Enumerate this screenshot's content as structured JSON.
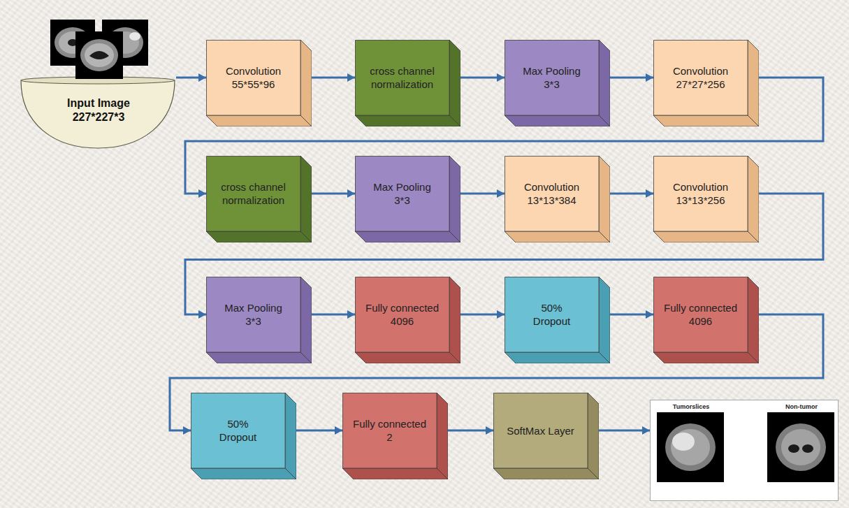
{
  "diagram": {
    "nodes": [
      {
        "text": [
          "Input Image 227*227*3"
        ]
      },
      {
        "text": [
          "Convolution 55*55*96"
        ]
      },
      {
        "text": [
          "cross channel normalization"
        ]
      },
      {
        "text": [
          "Max Pooling 3*3"
        ]
      },
      {
        "text": [
          "Convolution 27*27*256"
        ]
      },
      {
        "text": [
          "cross channel normalization"
        ]
      },
      {
        "text": [
          "Max Pooling 3*3"
        ]
      },
      {
        "text": [
          "Convolution 13*13*384"
        ]
      },
      {
        "text": [
          "Convolution 13*13*256"
        ]
      },
      {
        "text": [
          "Max Pooling 3*3"
        ]
      },
      {
        "text": [
          "Fully connected 4096"
        ]
      },
      {
        "text": [
          "50% Dropout"
        ]
      },
      {
        "text": [
          "Fully connected 4096"
        ]
      },
      {
        "text": [
          "50% Dropout"
        ]
      },
      {
        "text": [
          "Fully connected 2"
        ]
      },
      {
        "text": [
          "SoftMax Layer"
        ]
      },
      {
        "text": [
          "Tumorslices",
          "Non-tumor"
        ]
      }
    ],
    "edges": [
      {
        "from": 0,
        "to": 1,
        "arrow": "to"
      },
      {
        "from": 1,
        "to": 2,
        "arrow": "to"
      },
      {
        "from": 2,
        "to": 3,
        "arrow": "to"
      },
      {
        "from": 3,
        "to": 4,
        "arrow": "to"
      },
      {
        "from": 4,
        "to": 5,
        "arrow": "to"
      },
      {
        "from": 5,
        "to": 6,
        "arrow": "to"
      },
      {
        "from": 6,
        "to": 7,
        "arrow": "to"
      },
      {
        "from": 7,
        "to": 8,
        "arrow": "to"
      },
      {
        "from": 8,
        "to": 9,
        "arrow": "to"
      },
      {
        "from": 9,
        "to": 10,
        "arrow": "to"
      },
      {
        "from": 10,
        "to": 11,
        "arrow": "to"
      },
      {
        "from": 11,
        "to": 12,
        "arrow": "to"
      },
      {
        "from": 12,
        "to": 13,
        "arrow": "to"
      },
      {
        "from": 13,
        "to": 14,
        "arrow": "to"
      },
      {
        "from": 14,
        "to": 15,
        "arrow": "to"
      },
      {
        "from": 15,
        "to": 16,
        "arrow": "to"
      }
    ]
  }
}
